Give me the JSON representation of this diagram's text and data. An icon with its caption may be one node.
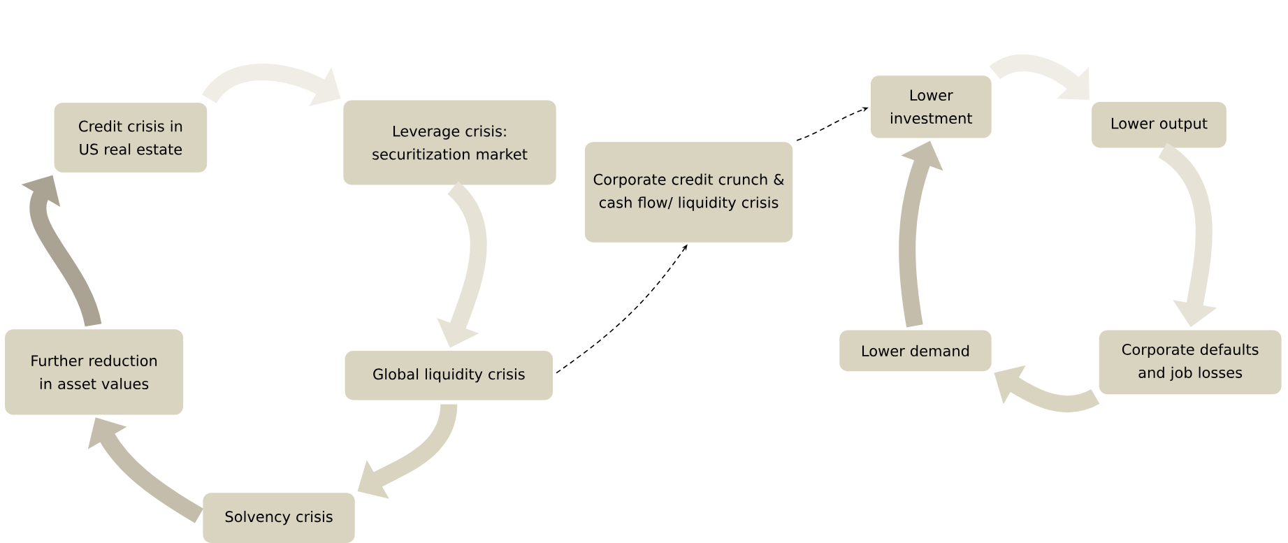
{
  "diagram": {
    "nodes": [
      {
        "text": [
          "Credit crisis in US real estate"
        ]
      },
      {
        "text": [
          "Leverage crisis: securitization market"
        ]
      },
      {
        "text": [
          "Global liquidity crisis"
        ]
      },
      {
        "text": [
          "Solvency crisis"
        ]
      },
      {
        "text": [
          "Further reduction in asset values"
        ]
      },
      {
        "text": [
          "Corporate credit crunch & cash flow/ liquidity crisis"
        ]
      },
      {
        "text": [
          "Lower investment"
        ]
      },
      {
        "text": [
          "Lower output"
        ]
      },
      {
        "text": [
          "Corporate defaults and job losses"
        ]
      },
      {
        "text": [
          "Lower demand"
        ]
      }
    ],
    "edges": [
      {
        "from": 0,
        "to": 1,
        "arrow": "to",
        "color": "#f0ede6"
      },
      {
        "from": 1,
        "to": 2,
        "arrow": "to",
        "color": "#e6e2d6"
      },
      {
        "from": 2,
        "to": 3,
        "arrow": "to",
        "color": "#d9d4c0"
      },
      {
        "from": 3,
        "to": 4,
        "arrow": "to",
        "color": "#c4bdab"
      },
      {
        "from": 4,
        "to": 0,
        "arrow": "to",
        "color": "#aaa393"
      },
      {
        "from": 2,
        "to": 5,
        "arrow": "to",
        "style": "dashed",
        "color": "#000000"
      },
      {
        "from": 5,
        "to": 6,
        "arrow": "to",
        "style": "dashed",
        "color": "#000000"
      },
      {
        "from": 6,
        "to": 7,
        "arrow": "to",
        "color": "#f0ede6"
      },
      {
        "from": 7,
        "to": 8,
        "arrow": "to",
        "color": "#e6e2d6"
      },
      {
        "from": 8,
        "to": 9,
        "arrow": "to",
        "color": "#d9d4c0"
      },
      {
        "from": 9,
        "to": 6,
        "arrow": "to",
        "color": "#c4bdab"
      }
    ]
  }
}
